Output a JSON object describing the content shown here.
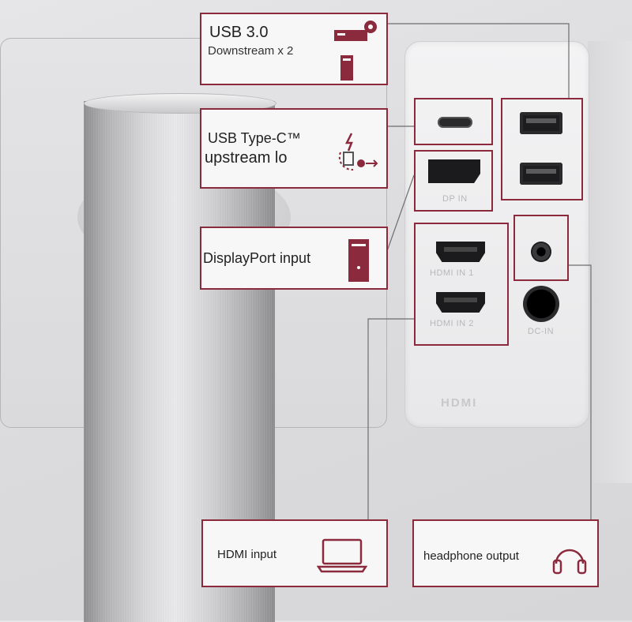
{
  "callouts": {
    "usb30": {
      "title": "USB 3.0",
      "subtitle": "Downstream x 2",
      "icon": "usb-hub-icon"
    },
    "usbc": {
      "line1": "USB Type-C™",
      "line2": "upstream lo",
      "icon": "usb-c-connection-icon"
    },
    "displayport": {
      "label": "DisplayPort input",
      "icon": "pc-tower-icon"
    },
    "hdmi": {
      "label": "HDMI input",
      "icon": "laptop-icon"
    },
    "headphone": {
      "label": "headphone output",
      "icon": "headphones-icon"
    }
  },
  "ports": {
    "dp_label": "DP IN",
    "hdmi1_label": "HDMI IN 1",
    "hdmi2_label": "HDMI IN 2",
    "dc_label": "DC-IN",
    "hdmi_logo": "HDMI"
  },
  "colors": {
    "accent": "#8a2a3c",
    "panel": "#f3f3f4"
  }
}
